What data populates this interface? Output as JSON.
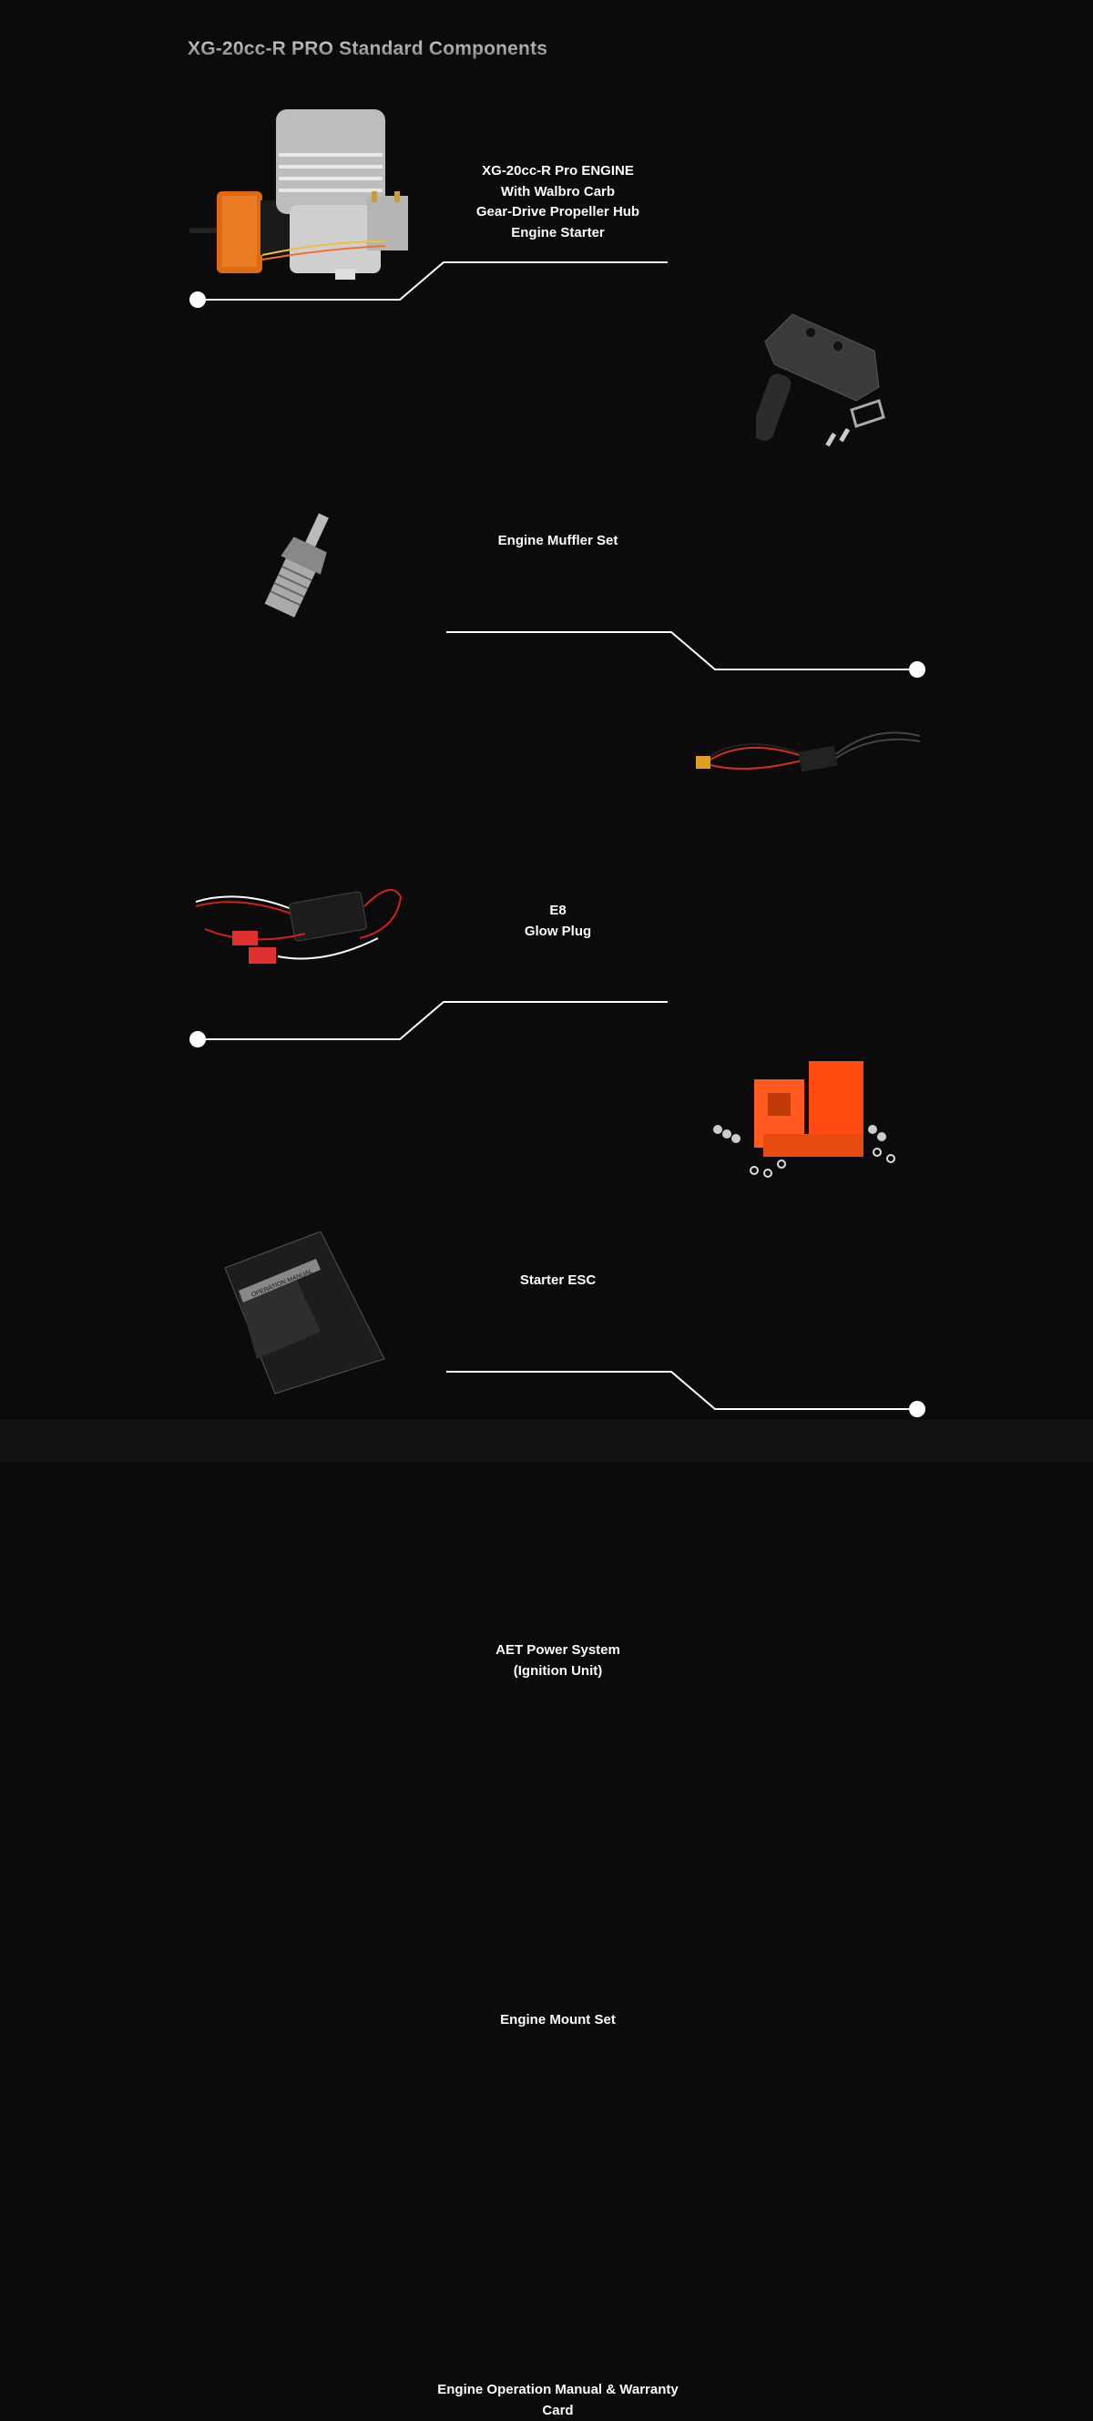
{
  "title": "XG-20cc-R PRO Standard Components",
  "colors": {
    "background": "#0b0b0b",
    "line": "#ffffff",
    "accent_orange": "#ff5a1f"
  },
  "items": [
    {
      "id": "engine",
      "side": "left",
      "icon": "engine-icon",
      "lines": [
        "XG-20cc-R Pro ENGINE",
        "With Walbro Carb",
        "Gear-Drive Propeller Hub",
        "Engine Starter"
      ]
    },
    {
      "id": "muffler",
      "side": "right",
      "icon": "muffler-icon",
      "lines": [
        "Engine Muffler Set"
      ]
    },
    {
      "id": "glow-plug",
      "side": "left",
      "icon": "glow-plug-icon",
      "lines": [
        "E8",
        "Glow Plug"
      ]
    },
    {
      "id": "starter-esc",
      "side": "right",
      "icon": "esc-icon",
      "lines": [
        "Starter ESC"
      ]
    },
    {
      "id": "aet-power",
      "side": "left",
      "icon": "ignition-unit-icon",
      "lines": [
        "AET Power System",
        "(Ignition Unit)"
      ]
    },
    {
      "id": "engine-mount",
      "side": "right",
      "icon": "engine-mount-icon",
      "lines": [
        "Engine Mount Set"
      ]
    },
    {
      "id": "manual",
      "side": "left",
      "icon": "manual-icon",
      "lines": [
        "Engine Operation Manual & Warranty",
        "Card"
      ]
    }
  ]
}
